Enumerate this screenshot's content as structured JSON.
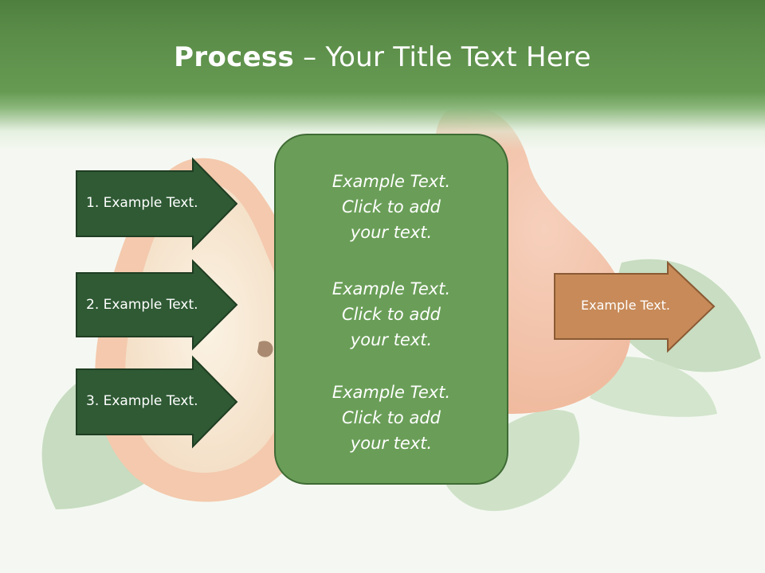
{
  "header": {
    "title_bold": "Process",
    "title_rest": " – Your Title Text Here"
  },
  "steps": [
    {
      "label": "1. Example Text."
    },
    {
      "label": "2. Example Text."
    },
    {
      "label": "3. Example Text."
    }
  ],
  "center_box": {
    "paragraphs": [
      {
        "line1": "Example Text.",
        "line2": "Click  to add",
        "line3": "your text."
      },
      {
        "line1": "Example Text.",
        "line2": "Click  to add",
        "line3": "your text."
      },
      {
        "line1": "Example Text.",
        "line2": "Click  to add",
        "line3": "your text."
      }
    ]
  },
  "output": {
    "label": "Example Text."
  },
  "colors": {
    "header_green": "#5a8c48",
    "step_arrow_fill": "#2f5a34",
    "center_box_fill": "#6a9e58",
    "output_arrow_fill": "#c78a58"
  }
}
